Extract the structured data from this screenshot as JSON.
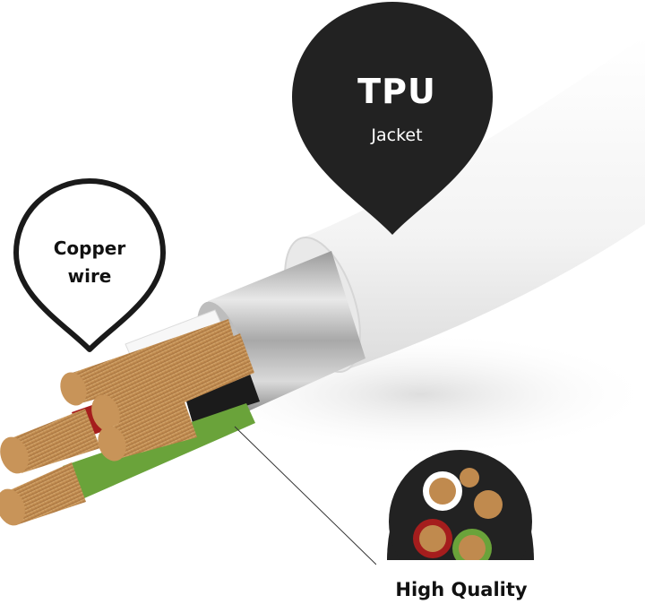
{
  "callouts": {
    "jacket": {
      "title": "TPU",
      "subtitle": "Jacket",
      "fill": "#222222",
      "text_color": "#ffffff"
    },
    "copper": {
      "line1": "Copper",
      "line2": "wire",
      "stroke": "#1a1a1a",
      "fill": "#ffffff"
    },
    "cross_section": {
      "label": "High Quality"
    }
  },
  "colors": {
    "jacket": "#f4f4f4",
    "shield": "#c9c9c9",
    "copper": "#c8985e",
    "wire_white": "#f7f7f7",
    "wire_black": "#1b1b1b",
    "wire_red": "#a51d1d",
    "wire_green": "#6aa33a",
    "section_bg": "#222222"
  }
}
